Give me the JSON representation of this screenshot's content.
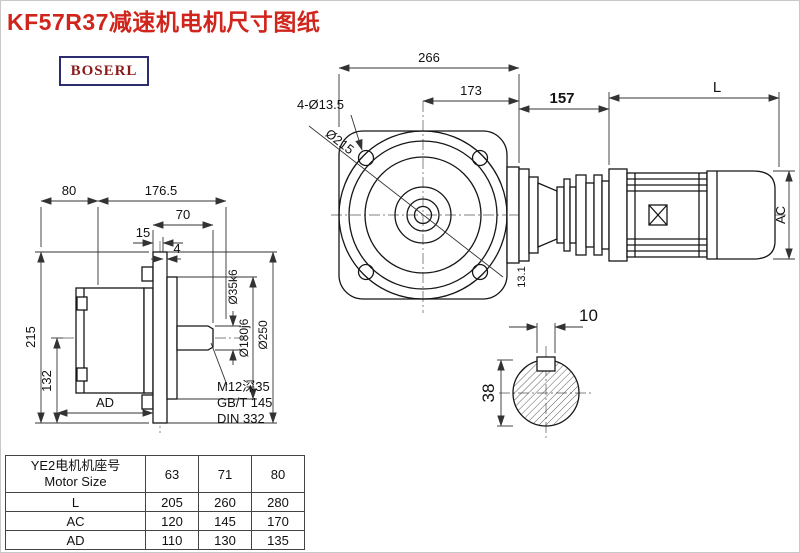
{
  "page": {
    "title": "KF57R37减速机电机尺寸图纸",
    "logo": "BOSERL"
  },
  "dims": {
    "side": {
      "w80": "80",
      "w176_5": "176.5",
      "w70": "70",
      "w15": "15",
      "w4": "4",
      "h215": "215",
      "h132": "132",
      "ad": "AD",
      "shaft_dia": "Ø35k6",
      "spigot_dia": "Ø180j6",
      "flange_dia": "Ø250",
      "tap": "M12深35",
      "std_gb": "GB/T 145",
      "std_din": "DIN 332"
    },
    "front": {
      "w266": "266",
      "w173": "173",
      "bolt_holes": "4-Ø13.5",
      "bolt_circle": "Ø215",
      "w13_1": "13.1"
    },
    "motor": {
      "w157": "157",
      "len": "L",
      "ac": "AC"
    },
    "section": {
      "key_w": "10",
      "dia": "38"
    }
  },
  "table": {
    "header_line1": "YE2电机机座号",
    "header_line2": "Motor Size",
    "sizes": [
      "63",
      "71",
      "80"
    ],
    "rows": [
      {
        "label": "L",
        "values": [
          "205",
          "260",
          "280"
        ]
      },
      {
        "label": "AC",
        "values": [
          "120",
          "145",
          "170"
        ]
      },
      {
        "label": "AD",
        "values": [
          "110",
          "130",
          "135"
        ]
      }
    ]
  }
}
